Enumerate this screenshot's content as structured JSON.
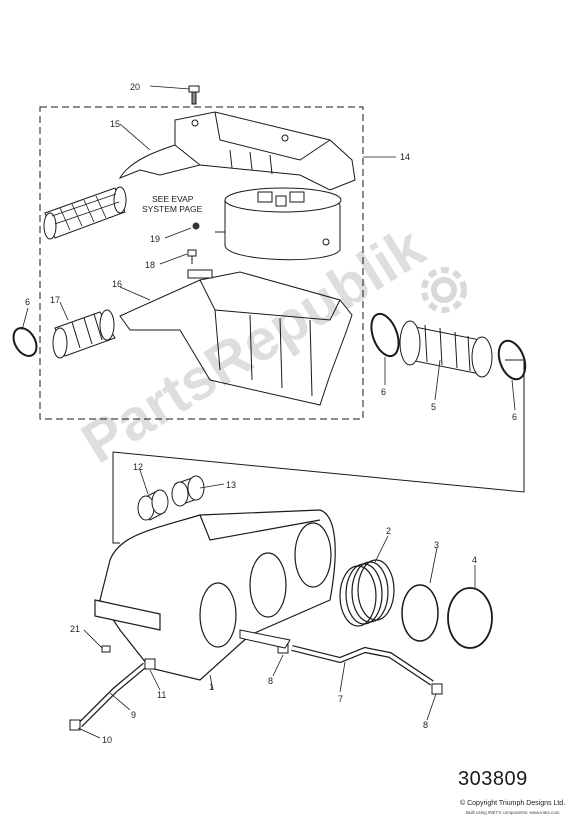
{
  "diagram": {
    "reference_number": "303809",
    "copyright": "© Copyright Triumph Designs Ltd.",
    "build_note": "Built using INETX components: www.inetx.com",
    "note": [
      "SEE EVAP",
      "SYSTEM PAGE"
    ],
    "watermark": "PartsRepublik",
    "colors": {
      "line": "#1a1a1a",
      "fill": "#ffffff",
      "shade": "#d9d9d9"
    },
    "callouts": [
      "20",
      "15",
      "14",
      "19",
      "18",
      "6",
      "17",
      "16",
      "6",
      "5",
      "6",
      "12",
      "13",
      "2",
      "3",
      "4",
      "21",
      "8",
      "7",
      "1",
      "11",
      "9",
      "8",
      "10"
    ]
  }
}
